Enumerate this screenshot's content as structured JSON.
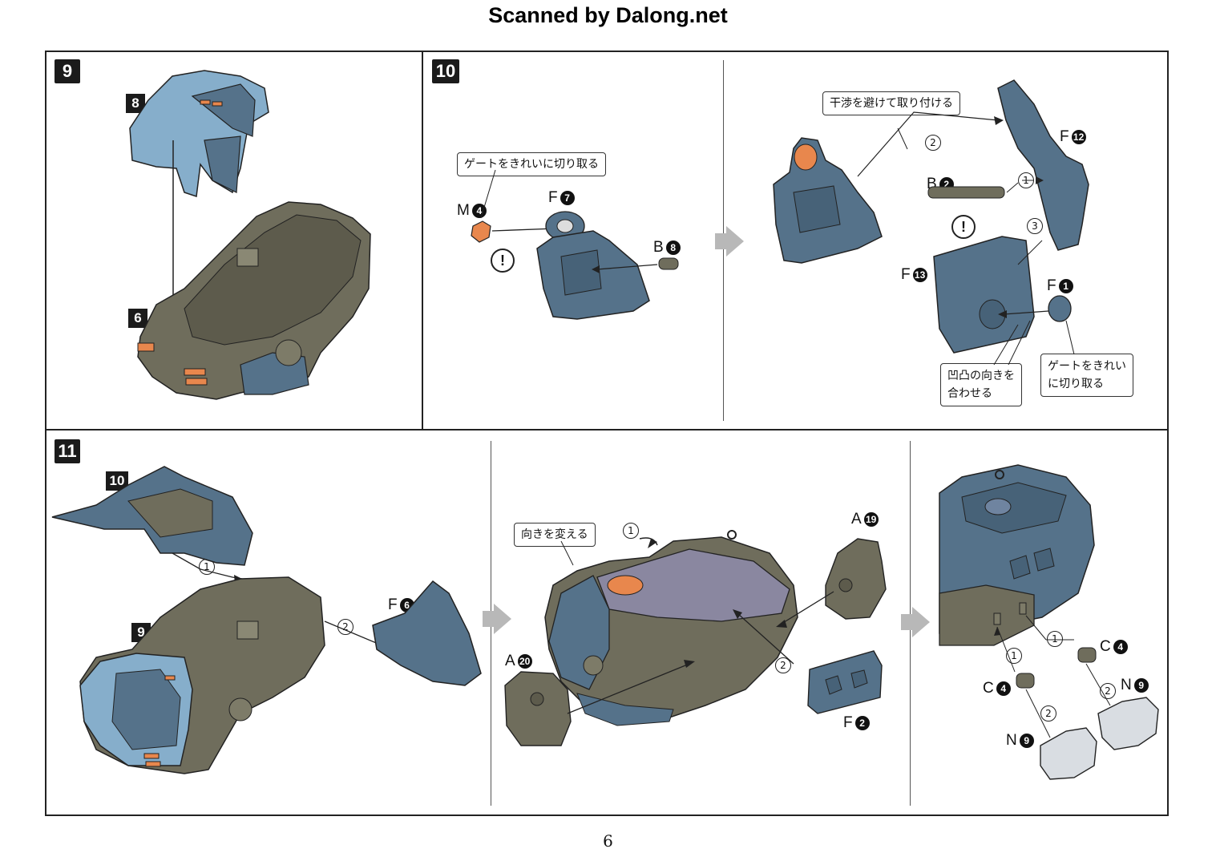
{
  "header": {
    "title": "Scanned by Dalong.net"
  },
  "page_number": "6",
  "colors": {
    "blue_part": "#55728a",
    "light_blue_part": "#86aecb",
    "gray_part": "#6f6d5c",
    "orange_part": "#e8874d"
  },
  "step9": {
    "number": "9",
    "sub_labels": {
      "top": "8",
      "bottom": "6"
    }
  },
  "step10": {
    "number": "10",
    "notes": {
      "gate_left": "ゲートをきれいに切り取る",
      "interference": "干渉を避けて取り付ける",
      "align": [
        "凹凸の向きを",
        "合わせる"
      ],
      "gate_right": [
        "ゲートをきれい",
        "に切り取る"
      ]
    },
    "parts": {
      "m4": {
        "letter": "M",
        "num": "4"
      },
      "f7": {
        "letter": "F",
        "num": "7"
      },
      "b8": {
        "letter": "B",
        "num": "8"
      },
      "f12": {
        "letter": "F",
        "num": "12"
      },
      "b2": {
        "letter": "B",
        "num": "2"
      },
      "f13": {
        "letter": "F",
        "num": "13"
      },
      "f1": {
        "letter": "F",
        "num": "1"
      }
    },
    "order": {
      "one": "1",
      "two": "2",
      "three": "3"
    },
    "warning": "!"
  },
  "step11": {
    "number": "11",
    "sub_labels": {
      "top": "10",
      "bottom": "9"
    },
    "notes": {
      "turn": "向きを変える"
    },
    "parts": {
      "f6": {
        "letter": "F",
        "num": "6"
      },
      "a19": {
        "letter": "A",
        "num": "19"
      },
      "a20": {
        "letter": "A",
        "num": "20"
      },
      "f2": {
        "letter": "F",
        "num": "2"
      },
      "c4a": {
        "letter": "C",
        "num": "4"
      },
      "c4b": {
        "letter": "C",
        "num": "4"
      },
      "n9a": {
        "letter": "N",
        "num": "9"
      },
      "n9b": {
        "letter": "N",
        "num": "9"
      }
    },
    "order": {
      "one": "1",
      "two": "2"
    }
  }
}
